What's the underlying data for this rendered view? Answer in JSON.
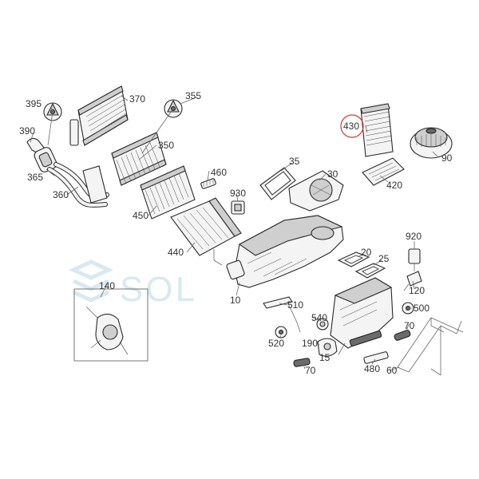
{
  "diagram": {
    "highlight_color": "#d9382e",
    "watermark": "SOL",
    "callouts": {
      "c395": "395",
      "c370": "370",
      "c355": "355",
      "c390": "390",
      "c365": "365",
      "c360": "360",
      "c350": "350",
      "c460": "460",
      "c930": "930",
      "c450": "450",
      "c440": "440",
      "c35": "35",
      "c30": "30",
      "c430": "430",
      "c90": "90",
      "c420": "420",
      "c920": "920",
      "c20": "20",
      "c25": "25",
      "c120": "120",
      "c140": "140",
      "c10": "10",
      "c510": "510",
      "c540": "540",
      "c500": "500",
      "c70a": "70",
      "c520": "520",
      "c190": "190",
      "c15": "15",
      "c70b": "70",
      "c480": "480",
      "c60": "60"
    }
  }
}
